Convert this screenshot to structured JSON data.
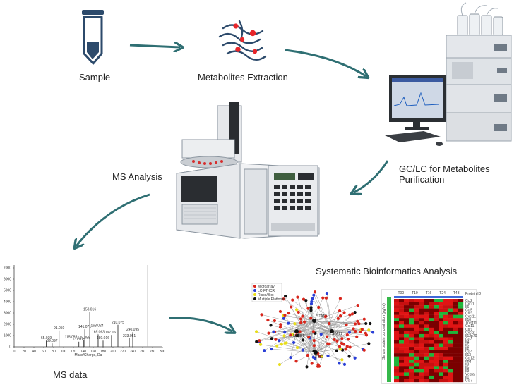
{
  "steps": {
    "sample": "Sample",
    "extraction": "Metabolites Extraction",
    "purification_line1": "GC/LC for Metabolites",
    "purification_line2": "Purification",
    "ms_analysis": "MS Analysis",
    "ms_data": "MS data",
    "bioinformatics": "Systematic Bioinformatics Analysis"
  },
  "colors": {
    "arrow": "#2f6f73",
    "tube": "#2c4a6b",
    "droplet": "#e8262a",
    "network_red": "#d9261c",
    "network_blue": "#2a3fd6",
    "network_yellow": "#e8dd1a",
    "network_black": "#111111"
  },
  "icons": [
    "sample-tube-icon",
    "extraction-icon",
    "lc-instrument-icon",
    "ms-instrument-icon",
    "spectrum-chart",
    "network-graph",
    "heatmap"
  ],
  "spectrum": {
    "y_ticks": [
      "7000",
      "6000",
      "5000",
      "4000",
      "3000",
      "2000",
      "1000",
      "0"
    ],
    "x_ticks": [
      "0",
      "20",
      "40",
      "60",
      "80",
      "100",
      "120",
      "140",
      "160",
      "180",
      "200",
      "220",
      "240",
      "260",
      "280",
      "300"
    ],
    "xlabel": "Mass/Charge, Da",
    "peaks": [
      {
        "mz": 65,
        "intensity": 550,
        "label": "65.039"
      },
      {
        "mz": 77,
        "intensity": 300,
        "label": "69.097"
      },
      {
        "mz": 91,
        "intensity": 1450,
        "label": "91.050"
      },
      {
        "mz": 115,
        "intensity": 650,
        "label": "115.055"
      },
      {
        "mz": 131,
        "intensity": 450,
        "label": "131.025"
      },
      {
        "mz": 141,
        "intensity": 600,
        "label": "145.055"
      },
      {
        "mz": 143,
        "intensity": 1550,
        "label": "141.071"
      },
      {
        "mz": 153,
        "intensity": 3100,
        "label": "153.016"
      },
      {
        "mz": 168,
        "intensity": 1650,
        "label": "168.024"
      },
      {
        "mz": 170,
        "intensity": 1100,
        "label": "169.063"
      },
      {
        "mz": 180,
        "intensity": 550,
        "label": "180.016"
      },
      {
        "mz": 197,
        "intensity": 1050,
        "label": "197.061"
      },
      {
        "mz": 210,
        "intensity": 1950,
        "label": "210.075"
      },
      {
        "mz": 233,
        "intensity": 750,
        "label": "233.051"
      },
      {
        "mz": 240,
        "intensity": 1300,
        "label": "240.095"
      }
    ]
  },
  "network": {
    "legend": [
      "Microarray",
      "LC-FT-ICR",
      "Ricco/Blot",
      "Multiple Platforms"
    ],
    "hub_labels": [
      "STAT3",
      "NFKB1",
      "STAT1",
      "IFNG"
    ]
  },
  "heatmap": {
    "columns": [
      "T00",
      "T10",
      "T16",
      "T24",
      "T43"
    ],
    "header": "Protein ID",
    "ylabel": "Serum protein concentration (pg/ml)",
    "rows": [
      "Ccl2",
      "Cxcl1",
      "Il6",
      "Ccl5",
      "Csf3",
      "Cxcl11",
      "Il10",
      "Tnfsf11",
      "Ccl11",
      "Csf1",
      "Cxcl2",
      "Il12p70",
      "Ccl3",
      "Il4",
      "Il5",
      "Il2",
      "Ccl4",
      "Il13",
      "Ccl12",
      "Ifng",
      "Il3",
      "Ilb",
      "Il9",
      "Vegfa",
      "Il1",
      "Ccl7"
    ]
  }
}
